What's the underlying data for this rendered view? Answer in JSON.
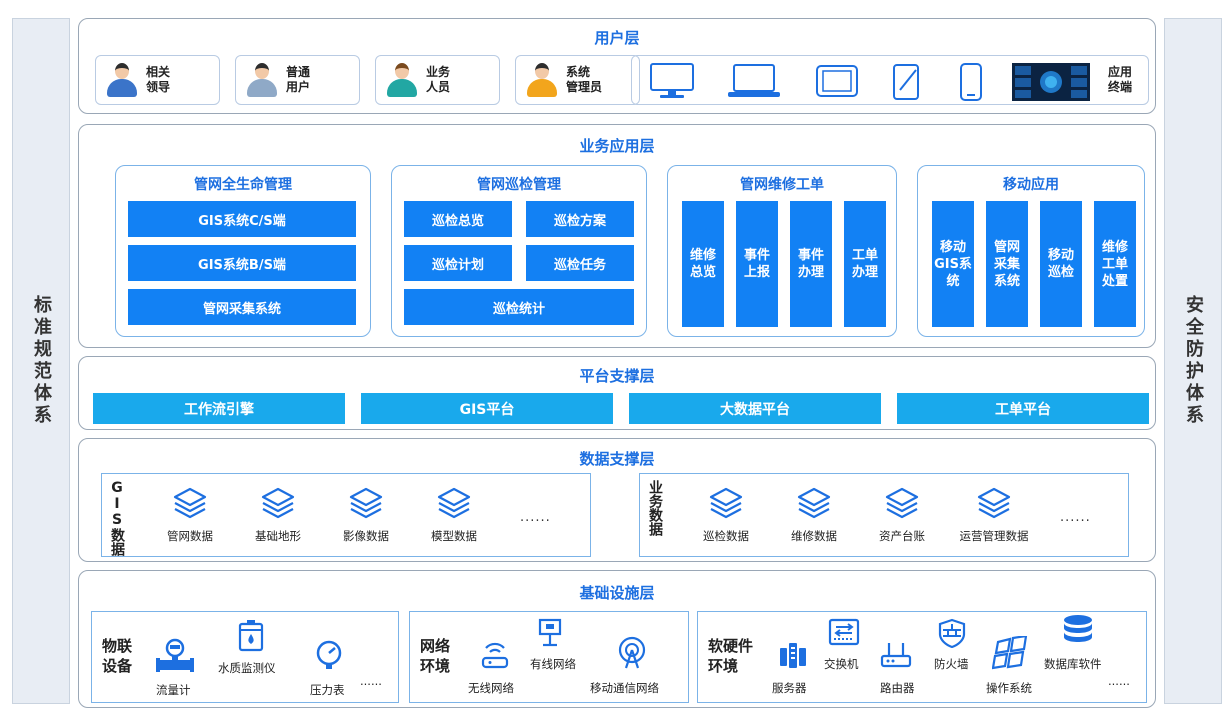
{
  "side_left": "标准规范体系",
  "side_right": "安全防护体系",
  "user_layer": {
    "title": "用户层",
    "users": [
      {
        "label": "相关领导",
        "line1": "相关",
        "line2": "领导",
        "color": "#3b74c9"
      },
      {
        "label": "普通用户",
        "line1": "普通",
        "line2": "用户",
        "color": "#8fa9c7"
      },
      {
        "label": "业务人员",
        "line1": "业务",
        "line2": "人员",
        "color": "#22a7a3"
      },
      {
        "label": "系统管理员",
        "line1": "系统",
        "line2": "管理员",
        "color": "#f2a51c"
      }
    ],
    "terminal": {
      "line1": "应用",
      "line2": "终端"
    },
    "devices": [
      "monitor-icon",
      "laptop-icon",
      "tablet-icon",
      "drawing-tablet-icon",
      "phone-icon",
      "dashboard-screen-icon"
    ]
  },
  "business_layer": {
    "title": "业务应用层",
    "lifecycle": {
      "title": "管网全生命管理",
      "items": [
        "GIS系统C/S端",
        "GIS系统B/S端",
        "管网采集系统"
      ]
    },
    "inspection": {
      "title": "管网巡检管理",
      "items": [
        "巡检总览",
        "巡检方案",
        "巡检计划",
        "巡检任务",
        "巡检统计"
      ]
    },
    "repair": {
      "title": "管网维修工单",
      "items": [
        "维修总览",
        "事件上报",
        "事件办理",
        "工单办理"
      ]
    },
    "mobile": {
      "title": "移动应用",
      "items": [
        "移动GIS系统",
        "管网采集系统",
        "移动巡检",
        "维修工单处置"
      ]
    }
  },
  "platform_layer": {
    "title": "平台支撑层",
    "items": [
      "工作流引擎",
      "GIS平台",
      "大数据平台",
      "工单平台"
    ]
  },
  "data_layer": {
    "title": "数据支撑层",
    "gis": {
      "label": "GIS数据",
      "items": [
        "管网数据",
        "基础地形",
        "影像数据",
        "模型数据"
      ],
      "more": "......"
    },
    "biz": {
      "label": "业务数据",
      "items": [
        "巡检数据",
        "维修数据",
        "资产台账",
        "运营管理数据"
      ],
      "more": "......"
    }
  },
  "infra_layer": {
    "title": "基础设施层",
    "iot": {
      "label_line1": "物联",
      "label_line2": "设备",
      "items": [
        "流量计",
        "水质监测仪",
        "压力表"
      ],
      "more": "......"
    },
    "network": {
      "label_line1": "网络",
      "label_line2": "环境",
      "items": [
        "无线网络",
        "有线网络",
        "移动通信网络"
      ]
    },
    "software": {
      "label_line1": "软硬件",
      "label_line2": "环境",
      "items": [
        "服务器",
        "交换机",
        "路由器",
        "防火墙",
        "操作系统",
        "数据库软件"
      ],
      "more": "......"
    }
  },
  "colors": {
    "accent": "#1d6fe0",
    "box_blue": "#1281f4",
    "platform_cyan": "#19a9ec"
  }
}
